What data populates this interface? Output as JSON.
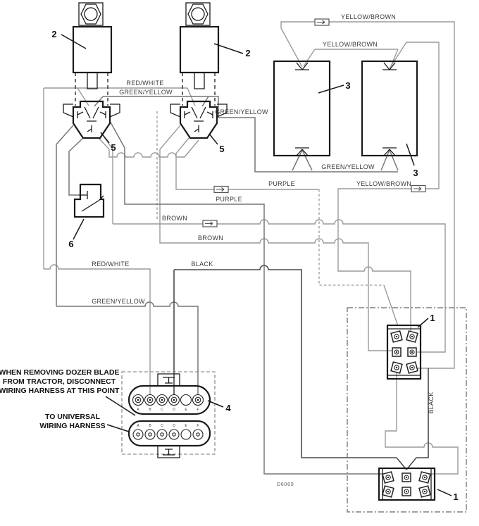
{
  "figure": {
    "type": "dozer-blade-wiring-harness-diagram",
    "part_code": "D6069"
  },
  "wire_labels": {
    "yellow_brown_top": "YELLOW/BROWN",
    "yellow_brown_mid": "YELLOW/BROWN",
    "yellow_brown_lower": "YELLOW/BROWN",
    "red_white_upper": "RED/WHITE",
    "red_white_lower": "RED/WHITE",
    "green_yellow_upper": "GREEN/YELLOW",
    "green_yellow_right": "GREEN/YELLOW",
    "green_yellow_lamps": "GREEN/YELLOW",
    "green_yellow_lower": "GREEN/YELLOW",
    "purple_upper": "PURPLE",
    "purple_lower": "PURPLE",
    "brown_upper": "BROWN",
    "brown_lower": "BROWN",
    "black_horizontal": "BLACK",
    "black_vertical": "BLACK"
  },
  "callouts": {
    "rocker_switch_upper": "1",
    "rocker_switch_lower": "1",
    "solenoid_left": "2",
    "solenoid_right": "2",
    "lamp_left": "3",
    "lamp_right": "3",
    "harness_connector": "4",
    "plug_connector_left": "5",
    "plug_connector_right": "5",
    "switch_mid": "6"
  },
  "notes": {
    "disconnect_line1": "WHEN REMOVING DOZER BLADE",
    "disconnect_line2": "FROM TRACTOR, DISCONNECT",
    "disconnect_line3": "WIRING HARNESS AT THIS POINT",
    "universal_line1": "TO UNIVERSAL",
    "universal_line2": "WIRING HARNESS"
  },
  "pin_letters": [
    "A",
    "B",
    "C",
    "D",
    "E",
    "F"
  ]
}
